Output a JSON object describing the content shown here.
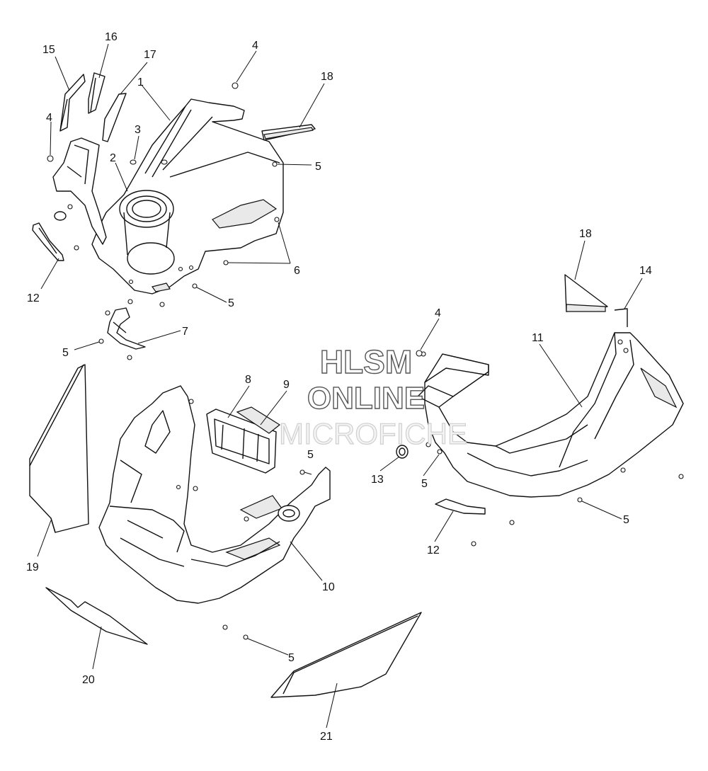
{
  "callouts": {
    "c1": "1",
    "c2": "2",
    "c3": "3",
    "c4a": "4",
    "c4b": "4",
    "c4c": "4",
    "c5a": "5",
    "c5b": "5",
    "c5c": "5",
    "c5d": "5",
    "c5e": "5",
    "c5f": "5",
    "c5g": "5",
    "c6": "6",
    "c7": "7",
    "c8": "8",
    "c9": "9",
    "c10": "10",
    "c11": "11",
    "c12a": "12",
    "c12b": "12",
    "c13": "13",
    "c14": "14",
    "c15": "15",
    "c16": "16",
    "c17": "17",
    "c18a": "18",
    "c18b": "18",
    "c19": "19",
    "c20": "20",
    "c21": "21"
  },
  "watermark": {
    "line1": "HLSM",
    "line2": "ONLINE",
    "line3": "MICROFICHE"
  },
  "colors": {
    "ink": "#111111",
    "background": "#ffffff",
    "watermark": "#555555"
  }
}
